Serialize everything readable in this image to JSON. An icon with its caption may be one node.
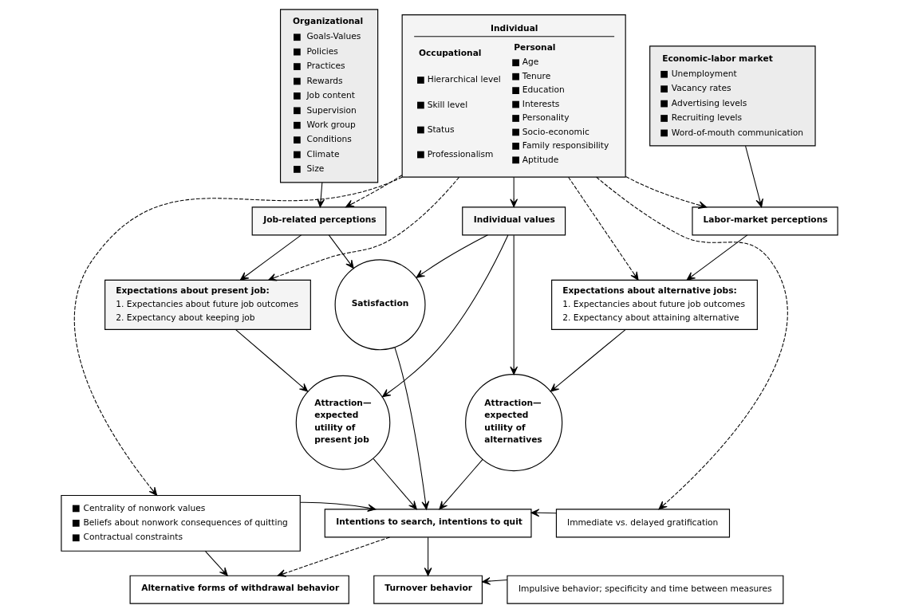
{
  "diagram": {
    "nodes": [
      {
        "text": [
          "Organizational",
          "Goals-Values",
          "Policies",
          "Practices",
          "Rewards",
          "Job content",
          "Supervision",
          "Work group",
          "Conditions",
          "Climate",
          "Size"
        ]
      },
      {
        "text": [
          "Individual",
          "Occupational",
          "Hierarchical level",
          "Skill level",
          "Status",
          "Professionalism",
          "Personal",
          "Age",
          "Tenure",
          "Education",
          "Interests",
          "Personality",
          "Socio-economic",
          "Family responsibility",
          "Aptitude"
        ]
      },
      {
        "text": [
          "Economic-labor market",
          "Unemployment",
          "Vacancy rates",
          "Advertising levels",
          "Recruiting levels",
          "Word-of-mouth communication"
        ]
      },
      {
        "text": [
          "Job-related perceptions"
        ]
      },
      {
        "text": [
          "Individual values"
        ]
      },
      {
        "text": [
          "Labor-market perceptions"
        ]
      },
      {
        "text": [
          "Expectations about present job:",
          "1. Expectancies about future job outcomes",
          "2. Expectancy about keeping job"
        ]
      },
      {
        "text": [
          "Satisfaction"
        ]
      },
      {
        "text": [
          "Expectations about alternative jobs:",
          "1. Expectancies about future job outcomes",
          "2. Expectancy about attaining alternative"
        ]
      },
      {
        "text": [
          "Attraction— expected utility of present job"
        ]
      },
      {
        "text": [
          "Attraction— expected utility of alternatives"
        ]
      },
      {
        "text": [
          "Centrality of nonwork values",
          "Beliefs about nonwork consequences of quitting",
          "Contractual constraints"
        ]
      },
      {
        "text": [
          "Immediate vs. delayed gratification"
        ]
      },
      {
        "text": [
          "Intentions to search, intentions to quit"
        ]
      },
      {
        "text": [
          "Impulsive behavior; specificity and time between measures"
        ]
      },
      {
        "text": [
          "Alternative forms of withdrawal behavior"
        ]
      },
      {
        "text": [
          "Turnover behavior"
        ]
      }
    ],
    "edges": [
      {
        "from": 0,
        "to": 3,
        "arrow": "to"
      },
      {
        "from": 1,
        "to": 3,
        "arrow": "to",
        "style": "dashed"
      },
      {
        "from": 1,
        "to": 4,
        "arrow": "to"
      },
      {
        "from": 1,
        "to": 5,
        "arrow": "to",
        "style": "dashed"
      },
      {
        "from": 2,
        "to": 5,
        "arrow": "to"
      },
      {
        "from": 1,
        "to": 6,
        "arrow": "to",
        "style": "dashed"
      },
      {
        "from": 1,
        "to": 11,
        "arrow": "to",
        "style": "dashed"
      },
      {
        "from": 1,
        "to": 8,
        "arrow": "to",
        "style": "dashed"
      },
      {
        "from": 1,
        "to": 12,
        "arrow": "to",
        "style": "dashed"
      },
      {
        "from": 3,
        "to": 6,
        "arrow": "to"
      },
      {
        "from": 3,
        "to": 7,
        "arrow": "to"
      },
      {
        "from": 4,
        "to": 7,
        "arrow": "to"
      },
      {
        "from": 4,
        "to": 9,
        "arrow": "to"
      },
      {
        "from": 4,
        "to": 10,
        "arrow": "to"
      },
      {
        "from": 5,
        "to": 8,
        "arrow": "to"
      },
      {
        "from": 6,
        "to": 9,
        "arrow": "to"
      },
      {
        "from": 8,
        "to": 10,
        "arrow": "to"
      },
      {
        "from": 9,
        "to": 13,
        "arrow": "to"
      },
      {
        "from": 7,
        "to": 13,
        "arrow": "to"
      },
      {
        "from": 10,
        "to": 13,
        "arrow": "to"
      },
      {
        "from": 11,
        "to": 13,
        "arrow": "to"
      },
      {
        "from": 12,
        "to": 13,
        "arrow": "to"
      },
      {
        "from": 11,
        "to": 15,
        "arrow": "to"
      },
      {
        "from": 13,
        "to": 15,
        "arrow": "to",
        "style": "dashed"
      },
      {
        "from": 13,
        "to": 16,
        "arrow": "to"
      },
      {
        "from": 14,
        "to": 16,
        "arrow": "to"
      }
    ]
  }
}
